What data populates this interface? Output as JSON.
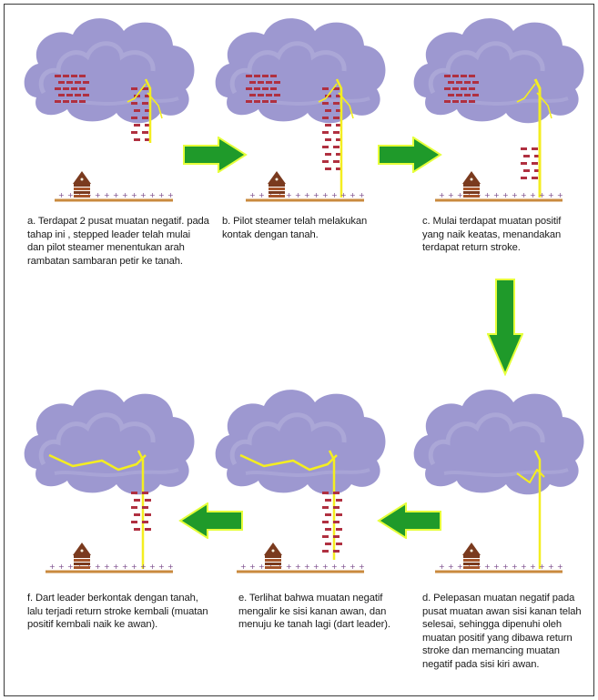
{
  "colors": {
    "cloud_fill": "#8c86c8",
    "cloud_light": "#b4b0dc",
    "negative_charge": "#b03040",
    "lightning": "#f4ee20",
    "ground": "#c98a3e",
    "house": "#7a3a1e",
    "arrow": "#1f9a2a"
  },
  "steps": [
    {
      "id": "a",
      "caption": "a. Terdapat 2 pusat muatan negatif. pada tahap ini , stepped leader telah mulai dan pilot steamer menentukan arah rambatan sambaran petir ke tanah."
    },
    {
      "id": "b",
      "caption": "b. Pilot steamer telah melakukan kontak dengan tanah."
    },
    {
      "id": "c",
      "caption": "c. Mulai terdapat muatan positif yang naik keatas, menandakan terdapat return stroke."
    },
    {
      "id": "d",
      "caption": "d. Pelepasan muatan negatif pada pusat muatan awan sisi kanan telah selesai, sehingga dipenuhi oleh muatan positif yang dibawa return stroke dan memancing muatan negatif pada sisi kiri awan."
    },
    {
      "id": "e",
      "caption": "e. Terlihat bahwa muatan negatif mengalir ke sisi kanan awan, dan menuju ke tanah lagi (dart leader)."
    },
    {
      "id": "f",
      "caption": "f. Dart leader berkontak dengan tanah, lalu terjadi return stroke kembali (muatan positif kembali naik ke awan)."
    }
  ]
}
